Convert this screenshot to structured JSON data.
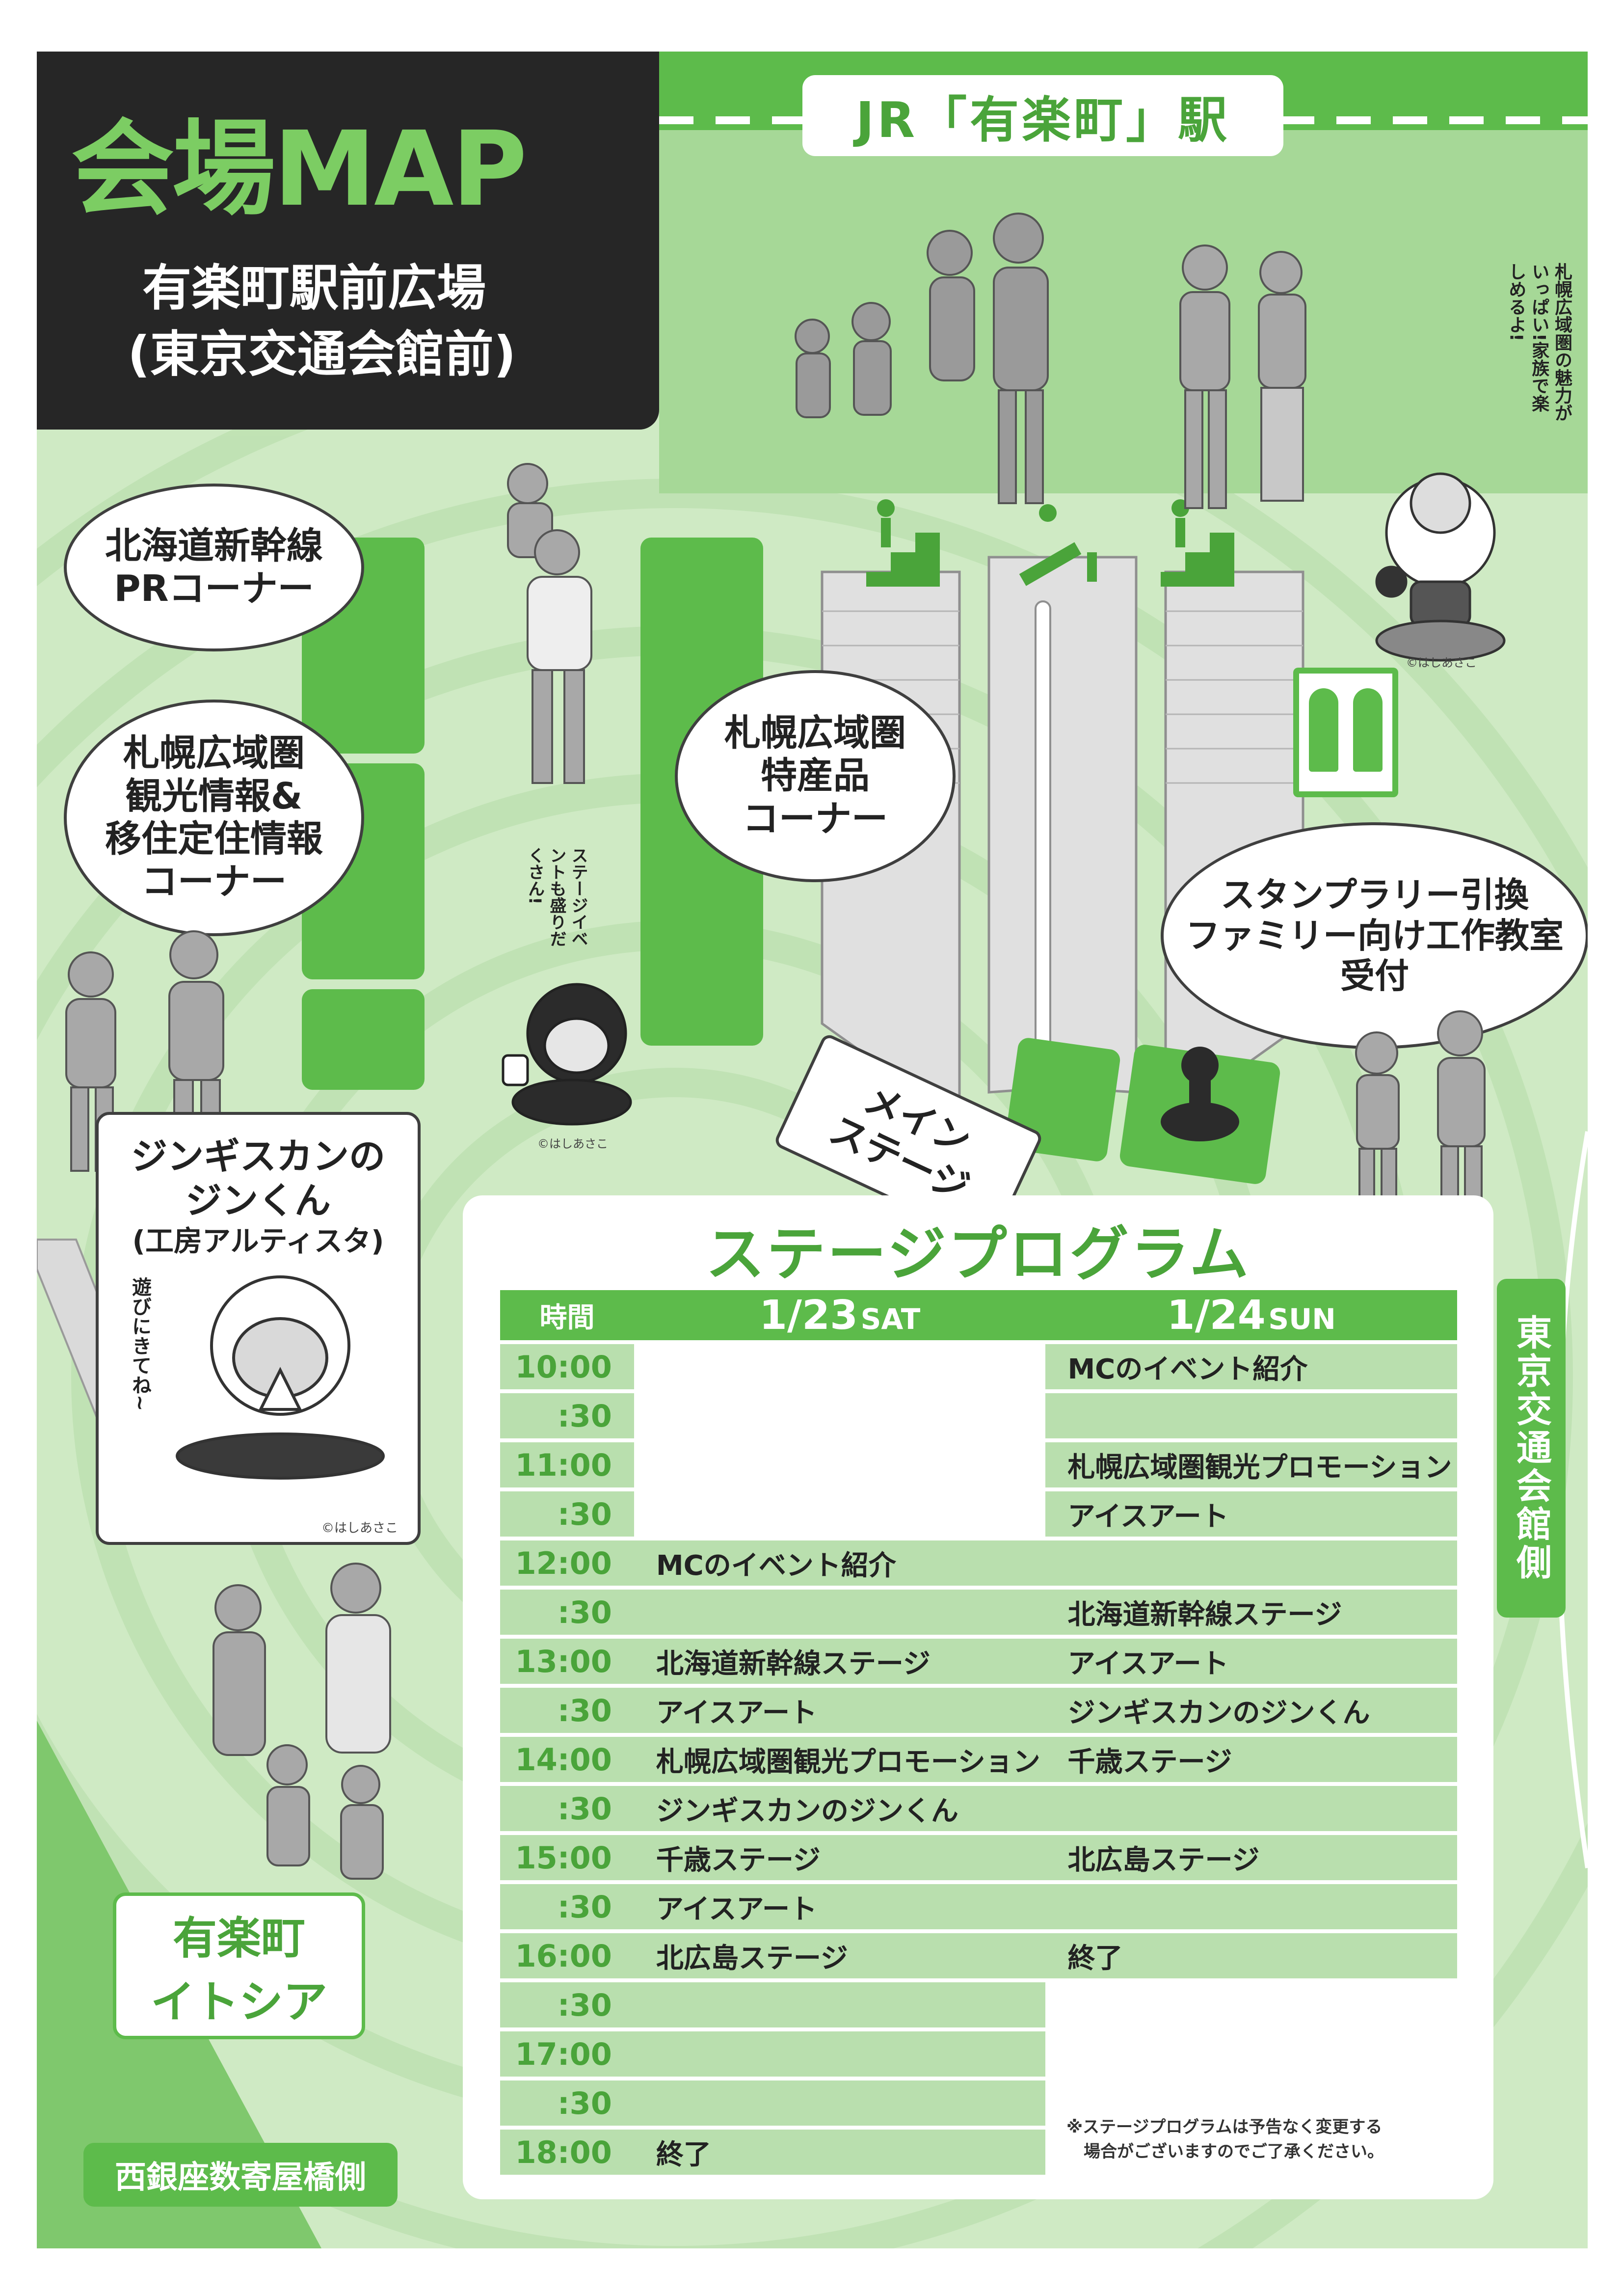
{
  "header": {
    "title": "会場MAP",
    "subtitle_line1": "有楽町駅前広場",
    "subtitle_line2": "(東京交通会館前)"
  },
  "station_label": "JR「有楽町」駅",
  "bubbles": {
    "shinkansen": [
      "北海道新幹線",
      "PRコーナー"
    ],
    "tourism": [
      "札幌広域圏",
      "観光情報&",
      "移住定住情報",
      "コーナー"
    ],
    "specialty": [
      "札幌広域圏",
      "特産品",
      "コーナー"
    ],
    "stamp": [
      "スタンプラリー引換",
      "ファミリー向け工作教室",
      "受付"
    ]
  },
  "mascot_box": {
    "name_line1": "ジンギスカンの",
    "name_line2": "ジンくん",
    "maker": "(工房アルティスタ)",
    "speech": "遊びにきてね~",
    "copyright": "©はしあさこ"
  },
  "mascot_right": {
    "speech": "札幌広域圏の魅力がいっぱい!家族で楽しめるよ!",
    "copyright": "©はしあさこ"
  },
  "mascot_center": {
    "speech": "ステージイベントも盛りだくさん!",
    "copyright": "©はしあさこ"
  },
  "main_stage_sign": [
    "メイン",
    "ステージ"
  ],
  "labels": {
    "tokyo_kotsu": "東京交通会館側",
    "itocia_line1": "有楽町",
    "itocia_line2": "イトシア",
    "nishi_ginza": "西銀座数寄屋橋側"
  },
  "program": {
    "title": "ステージプログラム",
    "col_time": "時間",
    "col_sat_date": "1/23",
    "col_sat_day": "SAT",
    "col_sun_date": "1/24",
    "col_sun_day": "SUN",
    "rows": [
      {
        "time": "10:00",
        "sat": "",
        "sun": "MCのイベント紹介"
      },
      {
        "time": ":30",
        "sat": "",
        "sun": ""
      },
      {
        "time": "11:00",
        "sat": "",
        "sun": "札幌広域圏観光プロモーション"
      },
      {
        "time": ":30",
        "sat": "",
        "sun": "アイスアート"
      },
      {
        "time": "12:00",
        "sat": "MCのイベント紹介",
        "sun": ""
      },
      {
        "time": ":30",
        "sat": "",
        "sun": "北海道新幹線ステージ"
      },
      {
        "time": "13:00",
        "sat": "北海道新幹線ステージ",
        "sun": "アイスアート"
      },
      {
        "time": ":30",
        "sat": "アイスアート",
        "sun": "ジンギスカンのジンくん"
      },
      {
        "time": "14:00",
        "sat": "札幌広域圏観光プロモーション",
        "sun": "千歳ステージ"
      },
      {
        "time": ":30",
        "sat": "ジンギスカンのジンくん",
        "sun": ""
      },
      {
        "time": "15:00",
        "sat": "千歳ステージ",
        "sun": "北広島ステージ"
      },
      {
        "time": ":30",
        "sat": "アイスアート",
        "sun": ""
      },
      {
        "time": "16:00",
        "sat": "北広島ステージ",
        "sun": "終了"
      },
      {
        "time": ":30",
        "sat": "",
        "sun": ""
      },
      {
        "time": "17:00",
        "sat": "",
        "sun": ""
      },
      {
        "time": ":30",
        "sat": "",
        "sun": ""
      },
      {
        "time": "18:00",
        "sat": "終了",
        "sun": ""
      }
    ],
    "note_line1": "※ステージプログラムは予告なく変更する",
    "note_line2": "場合がございますのでご了承ください。"
  },
  "colors": {
    "green": "#5dbb4b",
    "light_green": "#cfeac4",
    "row_green": "#b9dfae",
    "dark": "#262626"
  }
}
